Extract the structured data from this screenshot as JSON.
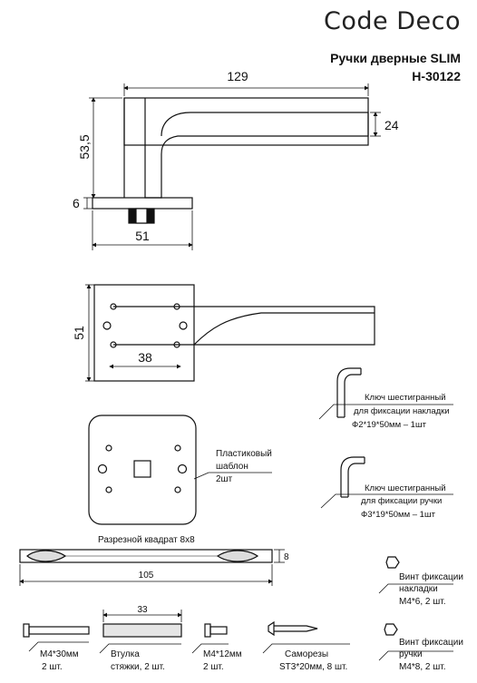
{
  "header": {
    "brand": "Code Deco",
    "product_title": "Ручки дверные SLIM",
    "model": "H-30122"
  },
  "dimensions": {
    "handle_length": "129",
    "handle_height": "53,5",
    "lever_width": "24",
    "rose_thickness": "6",
    "rose_width": "51",
    "plate_height": "51",
    "hole_spacing": "38"
  },
  "kit": {
    "hex_key_1": {
      "line1": "Ключ шестигранный",
      "line2": "для фиксации накладки",
      "spec": "Ф2*19*50мм – 1шт"
    },
    "hex_key_2": {
      "line1": "Ключ шестигранный",
      "line2": "для фиксации ручки",
      "spec": "Ф3*19*50мм – 1шт"
    },
    "template": {
      "line1": "Пластиковый",
      "line2": "шаблон",
      "qty": "2шт"
    },
    "spindle": {
      "label": "Разрезной квадрат 8х8",
      "length": "105",
      "size": "8"
    },
    "screw_plate": {
      "line1": "Винт фиксации",
      "line2": "накладки",
      "spec": "М4*6, 2 шт."
    },
    "screw_handle": {
      "line1": "Винт фиксации",
      "line2": "ручки",
      "spec": "М4*8, 2 шт."
    },
    "bolt_m4_30": {
      "spec": "М4*30мм",
      "qty": "2 шт."
    },
    "sleeve": {
      "label": "Втулка",
      "qty": "стяжки, 2 шт.",
      "length": "33"
    },
    "bolt_m4_12": {
      "spec": "М4*12мм",
      "qty": "2 шт."
    },
    "self_tapping": {
      "label": "Саморезы",
      "spec": "ST3*20мм, 8 шт."
    }
  }
}
